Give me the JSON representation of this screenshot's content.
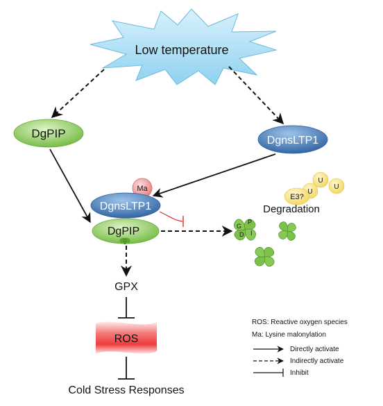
{
  "title": "",
  "nodes": {
    "low_temperature": "Low temperature",
    "dgpip_left": "DgPIP",
    "dgnsltp1_right": "DgnsLTP1",
    "ma": "Ma",
    "complex_dgnsltp1": "DgnsLTP1",
    "complex_dgpip": "DgPIP",
    "e3": "E3?",
    "ubiquitin": [
      "U",
      "U",
      "U"
    ],
    "degradation": "Degradation",
    "gpx": "GPX",
    "ros": "ROS",
    "cold_stress": "Cold Stress Responses",
    "fragment_letters": [
      "P",
      "I",
      "D",
      "G"
    ]
  },
  "legend": {
    "ros_def": "ROS: Reactive oxygen species",
    "ma_def": "Ma: Lysine malonylation",
    "direct": "Directly activate",
    "indirect": "Indirectly activate",
    "inhibit": "Inhibit"
  },
  "colors": {
    "burst_fill": "#a9def5",
    "green_fill": "#8fcf5a",
    "green_dark": "#4f9a2a",
    "blue_fill": "#3a74b6",
    "ma_fill": "#ee8b8b",
    "ubiquitin_fill": "#f6e27a",
    "ros_fill": "#f04848",
    "inhibit_red": "#d62c2c"
  }
}
